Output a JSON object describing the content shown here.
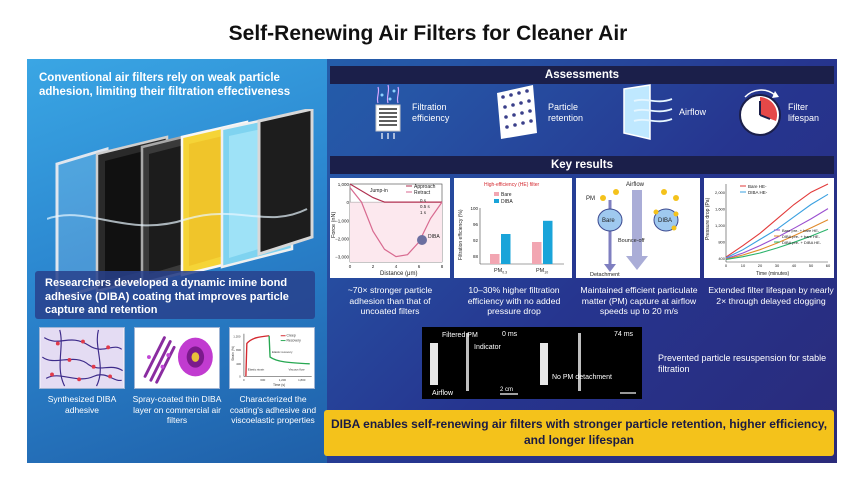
{
  "title": "Self-Renewing Air Filters for Cleaner Air",
  "intro": "Conventional air filters rely on weak particle adhesion, limiting their filtration effectiveness",
  "development": "Researchers developed a dynamic imine bond adhesive (DIBA) coating that improves particle capture and retention",
  "steps": [
    {
      "label": "Synthesized DIBA adhesive"
    },
    {
      "label": "Spray-coated thin DIBA layer on commercial air filters"
    },
    {
      "label": "Characterized the coating's adhesive and viscoelastic properties"
    }
  ],
  "step3_chart": {
    "y_label": "Strain (%)",
    "x_label": "Time (s)",
    "x_ticks": [
      "0",
      "600",
      "1,200",
      "1,800"
    ],
    "y_ticks": [
      "0",
      "400",
      "800",
      "1,200"
    ],
    "legend": [
      "Creep",
      "Recovery"
    ],
    "annotations": [
      "Elastic recovery",
      "Viscous flow",
      "Elastic strain"
    ]
  },
  "assessments": {
    "heading": "Assessments",
    "items": [
      {
        "label": "Filtration efficiency",
        "icon": "filter-icon"
      },
      {
        "label": "Particle retention",
        "icon": "particle-mesh-icon"
      },
      {
        "label": "Airflow",
        "icon": "airflow-icon"
      },
      {
        "label": "Filter lifespan",
        "icon": "clock-icon"
      }
    ]
  },
  "key_results": {
    "heading": "Key results",
    "captions": [
      "~70× stronger particle adhesion than that of uncoated filters",
      "10–30% higher filtration efficiency with no added pressure drop",
      "Maintained efficient particulate matter (PM) capture at airflow speeds up to 20 m/s",
      "Extended filter lifespan by nearly 2× through delayed clogging"
    ]
  },
  "chart_data": [
    {
      "type": "line",
      "xlabel": "Distance (μm)",
      "ylabel": "Force (nN)",
      "x_ticks": [
        "0",
        "2",
        "4",
        "6",
        "8"
      ],
      "y_ticks": [
        "1,000",
        "0",
        "−1,000",
        "−2,000",
        "−3,000"
      ],
      "xlim": [
        0,
        8
      ],
      "ylim": [
        -3300,
        1000
      ],
      "legend_lines": [
        "Approach",
        "Retract"
      ],
      "legend_dwell": [
        "0 s",
        "0.5 s",
        "1 s"
      ],
      "annotations": [
        "Jump-in",
        "DIBA"
      ],
      "series": [
        {
          "name": "Approach",
          "x": [
            0,
            2,
            3,
            4,
            5,
            6,
            7,
            8
          ],
          "values": [
            1000,
            250,
            0,
            0,
            0,
            0,
            0,
            0
          ],
          "color": "#b03050"
        },
        {
          "name": "Retract",
          "x": [
            0,
            1,
            2,
            3,
            4,
            5,
            6,
            7,
            8
          ],
          "values": [
            800,
            0,
            -1600,
            -2600,
            -3000,
            -2900,
            -2200,
            -900,
            0
          ],
          "color": "#d86a90"
        }
      ]
    },
    {
      "type": "bar",
      "title": "High-efficiency (HE) filter",
      "ylabel": "Filtration efficiency (%)",
      "categories": [
        "PM0.3",
        "PM10"
      ],
      "category_labels": [
        {
          "main": "PM",
          "sub": "0.3"
        },
        {
          "main": "PM",
          "sub": "10"
        }
      ],
      "y_ticks": [
        "88",
        "92",
        "96",
        "100"
      ],
      "ylim": [
        86,
        100
      ],
      "series": [
        {
          "name": "Bare",
          "values": [
            88.5,
            91.5
          ],
          "color": "#f2a6b2"
        },
        {
          "name": "DIBA",
          "values": [
            93.5,
            96.8
          ],
          "color": "#1aa4d9"
        }
      ]
    },
    {
      "type": "line",
      "ylabel": "Pressure drop (Pa)",
      "xlabel": "Time (minutes)",
      "x_ticks": [
        "0",
        "10",
        "20",
        "30",
        "40",
        "50",
        "60"
      ],
      "y_ticks": [
        "400",
        "800",
        "1,200",
        "1,600",
        "2,000"
      ],
      "xlim": [
        0,
        60
      ],
      "ylim": [
        300,
        2200
      ],
      "legend_top": [
        "Bare HE-",
        "DIBA HE-"
      ],
      "legend_bottom": [
        "Bare pre- + bare HE-",
        "DIBA pre- + bare HE-",
        "DIBA pre- + DIBA HE-"
      ],
      "series": [
        {
          "name": "Bare HE-",
          "x": [
            0,
            10,
            20,
            30,
            40,
            50,
            60
          ],
          "values": [
            420,
            700,
            1000,
            1350,
            1700,
            2000,
            2200
          ],
          "color": "#e23a3a"
        },
        {
          "name": "DIBA HE-",
          "x": [
            0,
            10,
            20,
            30,
            40,
            50,
            60
          ],
          "values": [
            400,
            600,
            850,
            1100,
            1400,
            1700,
            1950
          ],
          "color": "#3aa0e0"
        },
        {
          "name": "Bare pre- + bare HE-",
          "x": [
            0,
            10,
            20,
            30,
            40,
            50,
            60
          ],
          "values": [
            380,
            520,
            700,
            900,
            1120,
            1350,
            1600
          ],
          "color": "#9a4fd0"
        },
        {
          "name": "DIBA pre- + bare HE-",
          "x": [
            0,
            10,
            20,
            30,
            40,
            50,
            60
          ],
          "values": [
            370,
            470,
            600,
            760,
            940,
            1130,
            1330
          ],
          "color": "#e08a2a"
        },
        {
          "name": "DIBA pre- + DIBA HE-",
          "x": [
            0,
            10,
            20,
            30,
            40,
            50,
            60
          ],
          "values": [
            360,
            430,
            520,
            640,
            780,
            930,
            1100
          ],
          "color": "#2bb36b"
        }
      ]
    }
  ],
  "airflow_diagram": {
    "labels": [
      "Airflow",
      "PM",
      "Bare",
      "DIBA",
      "Bounce-off",
      "Detachment"
    ]
  },
  "video": {
    "frame1_time": "0 ms",
    "frame2_time": "74 ms",
    "labels": [
      "Filtered PM",
      "Indicator",
      "Airflow",
      "No PM detachment",
      "2 cm"
    ]
  },
  "resuspension": "Prevented particle resuspension for stable filtration",
  "conclusion": "DIBA enables self-renewing air filters with stronger particle retention, higher efficiency, and longer lifespan",
  "colors": {
    "background_blue": "#2655a6",
    "band_navy": "#1b1f4a",
    "banner_yellow": "#f4c21b",
    "bare": "#f2a6b2",
    "diba": "#1aa4d9"
  }
}
